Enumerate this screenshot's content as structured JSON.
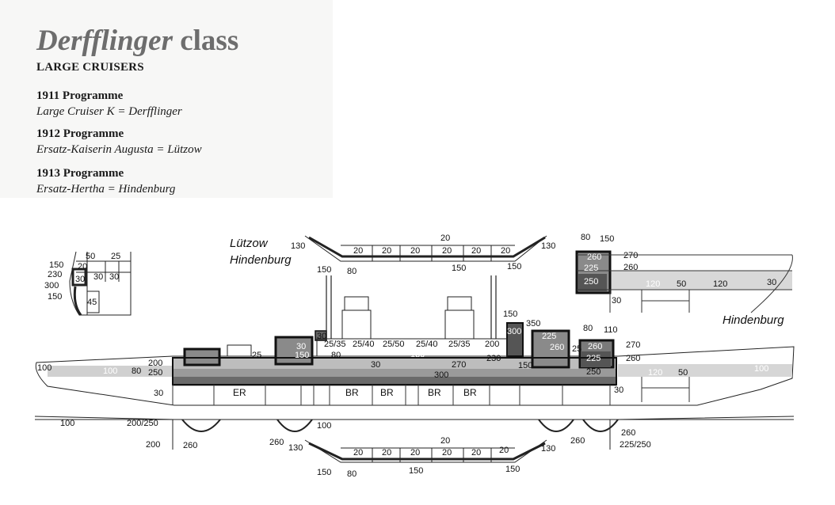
{
  "title": {
    "ship": "Derfflinger",
    "rest": "class"
  },
  "subtitle": "LARGE CRUISERS",
  "programmes": [
    {
      "year": "1911 Programme",
      "name": "Large Cruiser K = Derfflinger"
    },
    {
      "year": "1912 Programme",
      "name": "Ersatz-Kaiserin Augusta = Lützow"
    },
    {
      "year": "1913 Programme",
      "name": "Ersatz-Hertha = Hindenburg"
    }
  ],
  "diagram": {
    "inset_top_lines": [
      "Lützow",
      "Hindenburg"
    ],
    "inset_right_label": "Hindenburg",
    "compartments": [
      "ER",
      "BR",
      "BR",
      "BR",
      "BR"
    ],
    "bow_section": [
      "50",
      "25",
      "150",
      "20",
      "230",
      "30",
      "30",
      "300",
      "30",
      "150",
      "45"
    ],
    "top_deck_inset": [
      "130",
      "20",
      "20",
      "20",
      "20",
      "20",
      "20",
      "20",
      "130",
      "150",
      "80",
      "150",
      "150"
    ],
    "right_inset": [
      "80",
      "150",
      "260",
      "270",
      "225",
      "260",
      "250",
      "120",
      "50",
      "120",
      "30",
      "30"
    ],
    "side_profile": [
      "100",
      "100",
      "80",
      "200",
      "250",
      "30",
      "25",
      "30",
      "150",
      "80",
      "30",
      "25/35",
      "25/40",
      "25/50",
      "25/40",
      "25/35",
      "200",
      "130",
      "230",
      "30",
      "270",
      "300",
      "150",
      "150",
      "300",
      "350",
      "225",
      "260",
      "25",
      "80",
      "110",
      "260",
      "270",
      "225",
      "260",
      "250",
      "120",
      "50",
      "100",
      "30"
    ],
    "bottom_deck": [
      "100",
      "200/250",
      "200",
      "260",
      "260",
      "100",
      "130",
      "20",
      "20",
      "20",
      "20",
      "20",
      "20",
      "20",
      "130",
      "260",
      "260",
      "225/250",
      "150",
      "80",
      "150",
      "150"
    ]
  }
}
